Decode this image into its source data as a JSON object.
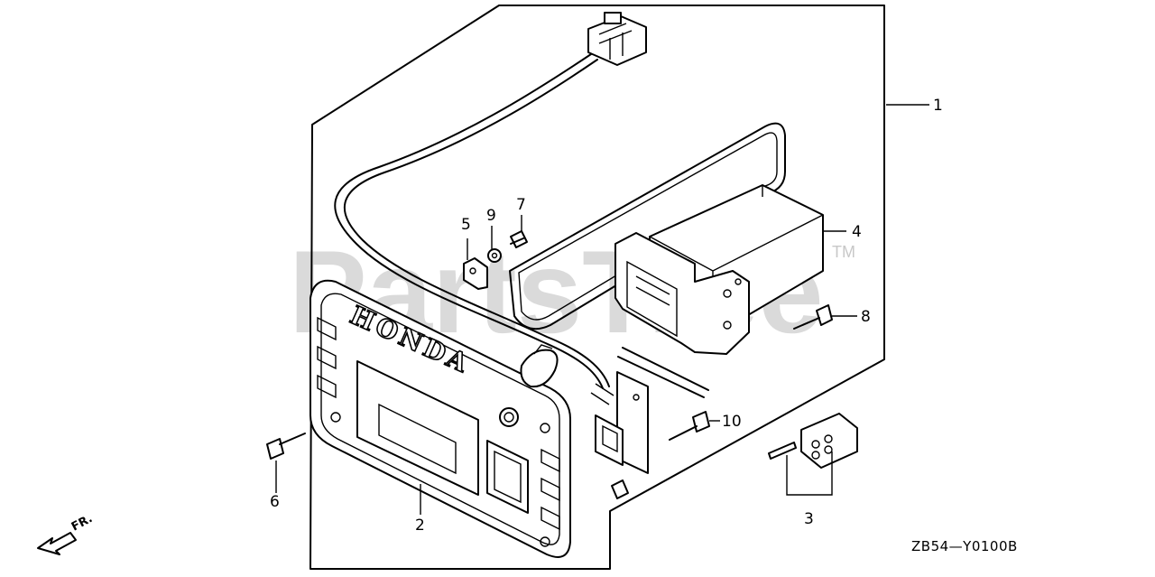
{
  "watermark": {
    "text": "PartsTree",
    "trademark": "TM"
  },
  "panel_logo": "HONDA",
  "callouts": {
    "c1": "1",
    "c2": "2",
    "c3": "3",
    "c4": "4",
    "c5": "5",
    "c6": "6",
    "c7": "7",
    "c8": "8",
    "c9": "9",
    "c10": "10"
  },
  "direction_label": "FR.",
  "diagram_code": "ZB54—Y0100B"
}
